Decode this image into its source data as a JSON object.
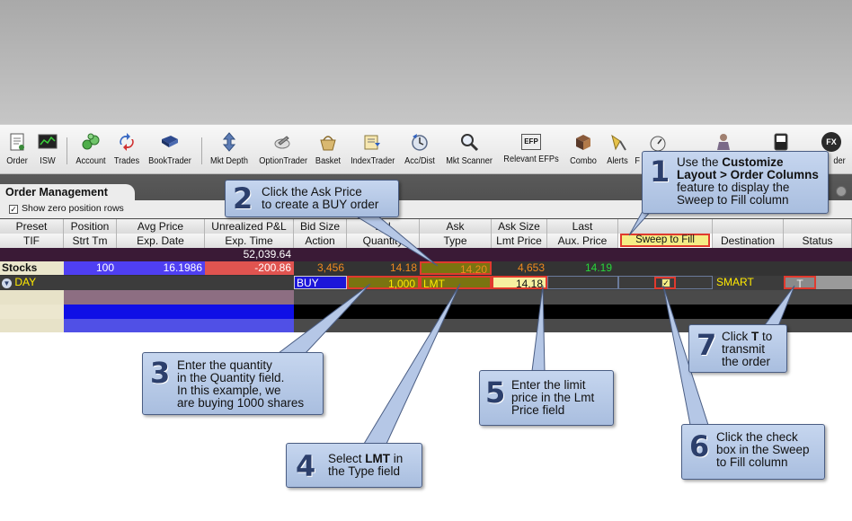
{
  "toolbar": {
    "items": [
      {
        "label": "Order",
        "icon": "order-icon"
      },
      {
        "label": "ISW",
        "icon": "isw-icon"
      },
      {
        "label": "Account",
        "icon": "account-icon"
      },
      {
        "label": "Trades",
        "icon": "trades-icon"
      },
      {
        "label": "BookTrader",
        "icon": "booktrader-icon"
      },
      {
        "label": "Mkt Depth",
        "icon": "mkt-depth-icon"
      },
      {
        "label": "OptionTrader",
        "icon": "optiontrader-icon"
      },
      {
        "label": "Basket",
        "icon": "basket-icon"
      },
      {
        "label": "IndexTrader",
        "icon": "indextrader-icon"
      },
      {
        "label": "Acc/Dist",
        "icon": "accdist-icon"
      },
      {
        "label": "Mkt Scanner",
        "icon": "mkt-scanner-icon"
      },
      {
        "label": "Relevant EFPs",
        "icon": "efp-icon",
        "badge": "EFP"
      },
      {
        "label": "Combo",
        "icon": "combo-icon"
      },
      {
        "label": "Alerts",
        "icon": "alerts-icon"
      },
      {
        "label": "F",
        "icon": "partial-icon"
      },
      {
        "label": "der",
        "icon": "fx-icon",
        "badge": "FX"
      }
    ]
  },
  "panel": {
    "title": "Order Management",
    "show_zero_label": "Show zero position rows",
    "checkmark": "✓"
  },
  "columns": {
    "row1": [
      "Preset",
      "Position",
      "Avg Price",
      "Unrealized P&L",
      "Bid Size",
      "Bid",
      "Ask",
      "Ask Size",
      "Last",
      "",
      "",
      ""
    ],
    "row2": [
      "TIF",
      "Strt Tm",
      "Exp. Date",
      "Exp. Time",
      "Action",
      "Quantity",
      "Type",
      "Lmt Price",
      "Aux. Price",
      "Sweep to Fill",
      "Destination",
      "Status"
    ]
  },
  "summary": {
    "pnl_total": "52,039.64"
  },
  "stock_row": {
    "label": "Stocks",
    "position": "100",
    "avg_price": "16.1986",
    "unrealized_pnl": "-200.86",
    "bid_size": "3,456",
    "bid": "14.18",
    "ask": "14.20",
    "ask_size": "4,653",
    "last": "14.19"
  },
  "order_row": {
    "tif": "DAY",
    "action": "BUY",
    "quantity": "1,000",
    "type": "LMT",
    "lmt_price": "14.18",
    "sweep_check": "✓",
    "destination": "SMART",
    "status": "T"
  },
  "callouts": {
    "c1": {
      "num": "1",
      "line1a": "Use the ",
      "line1b": "Customize",
      "line2": "Layout > Order Columns",
      "line3": "feature to display the",
      "line4": "Sweep to Fill column"
    },
    "c2": {
      "num": "2",
      "line1": "Click the Ask Price",
      "line2": "to create a BUY order"
    },
    "c3": {
      "num": "3",
      "line1": "Enter the quantity",
      "line2": "in the Quantity field.",
      "line3": "In this example, we",
      "line4": "are buying 1000 shares"
    },
    "c4": {
      "num": "4",
      "line1a": "Select ",
      "line1b": "LMT",
      "line1c": " in",
      "line2": "the Type field"
    },
    "c5": {
      "num": "5",
      "line1": "Enter the limit",
      "line2": "price in the Lmt",
      "line3": "Price field"
    },
    "c6": {
      "num": "6",
      "line1": "Click the check",
      "line2": "box in the Sweep",
      "line3": "to Fill column"
    },
    "c7": {
      "num": "7",
      "line1a": "Click ",
      "line1b": "T",
      "line1c": " to",
      "line2": "transmit",
      "line3": "the order"
    }
  },
  "colors": {
    "position_bg": "#4f3ff2",
    "pnl_neg_bg": "#e05450",
    "bid_orange": "#f08a1e",
    "last_green": "#29d63a",
    "yellow_text": "#ffea00",
    "callout_bg": "#b5c7e6"
  }
}
